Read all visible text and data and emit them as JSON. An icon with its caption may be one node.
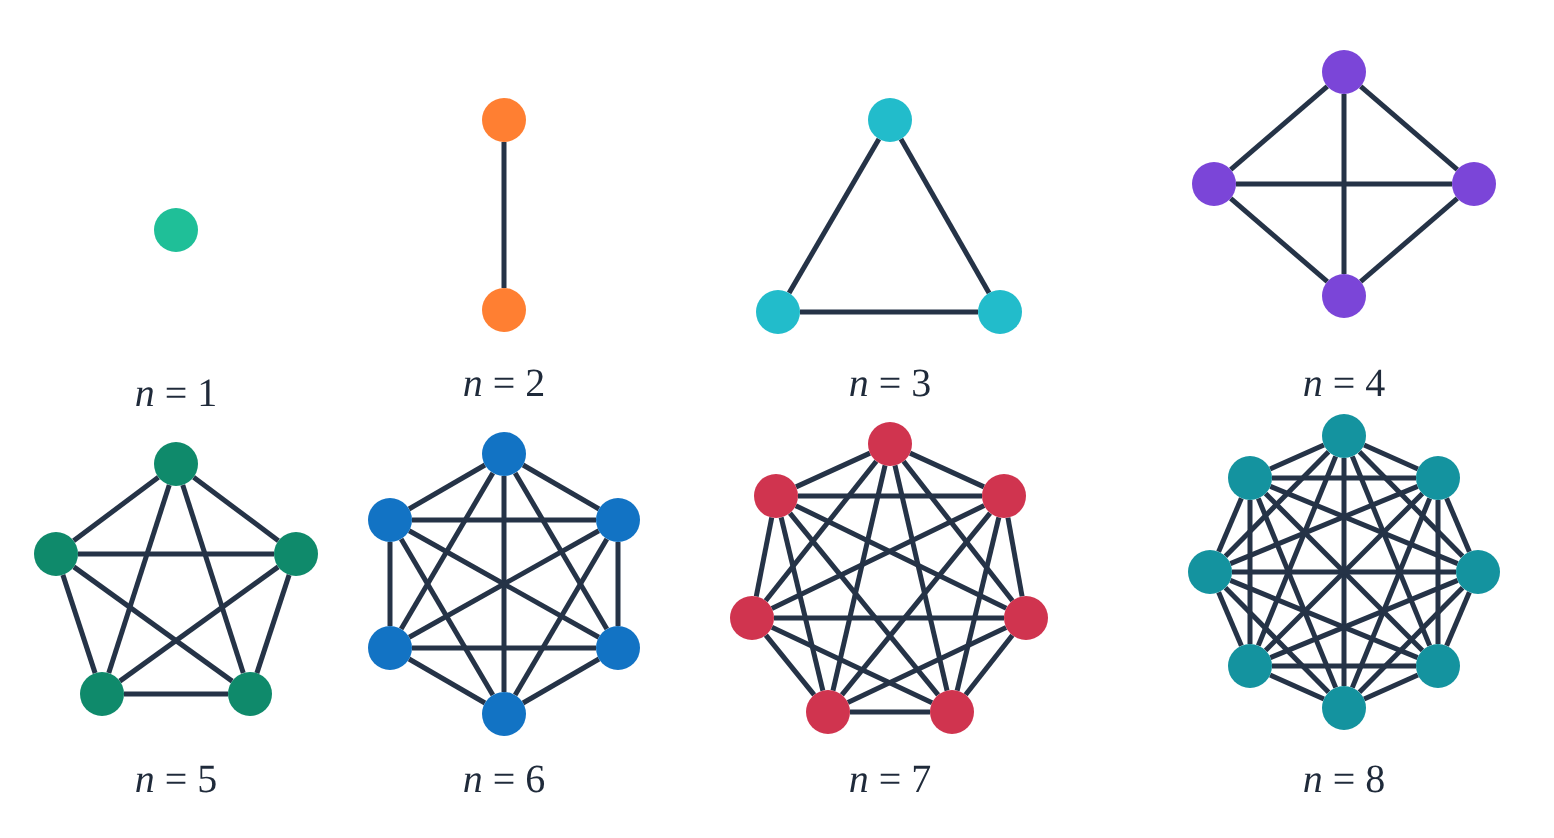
{
  "diagram": {
    "nodes": [
      {
        "text": [],
        "shape": "circle"
      },
      {
        "text": [],
        "shape": "circle"
      },
      {
        "text": [],
        "shape": "circle"
      },
      {
        "text": [],
        "shape": "circle"
      },
      {
        "text": [],
        "shape": "circle"
      },
      {
        "text": [],
        "shape": "circle"
      },
      {
        "text": [],
        "shape": "circle"
      },
      {
        "text": [],
        "shape": "circle"
      },
      {
        "text": [],
        "shape": "circle"
      },
      {
        "text": [],
        "shape": "circle"
      },
      {
        "text": [],
        "shape": "circle"
      },
      {
        "text": [],
        "shape": "circle"
      },
      {
        "text": [],
        "shape": "circle"
      },
      {
        "text": [],
        "shape": "circle"
      },
      {
        "text": [],
        "shape": "circle"
      },
      {
        "text": [],
        "shape": "circle"
      },
      {
        "text": [],
        "shape": "circle"
      },
      {
        "text": [],
        "shape": "circle"
      },
      {
        "text": [],
        "shape": "circle"
      },
      {
        "text": [],
        "shape": "circle"
      },
      {
        "text": [],
        "shape": "circle"
      },
      {
        "text": [],
        "shape": "circle"
      },
      {
        "text": [],
        "shape": "circle"
      },
      {
        "text": [],
        "shape": "circle"
      },
      {
        "text": [],
        "shape": "circle"
      },
      {
        "text": [],
        "shape": "circle"
      },
      {
        "text": [],
        "shape": "circle"
      },
      {
        "text": [],
        "shape": "circle"
      },
      {
        "text": [],
        "shape": "circle"
      },
      {
        "text": [],
        "shape": "circle"
      },
      {
        "text": [],
        "shape": "circle"
      },
      {
        "text": [],
        "shape": "circle"
      },
      {
        "text": [],
        "shape": "circle"
      },
      {
        "text": [],
        "shape": "circle"
      },
      {
        "text": [],
        "shape": "circle"
      },
      {
        "text": [],
        "shape": "circle"
      }
    ],
    "edges": [
      {
        "from": 1,
        "to": 2,
        "arrow": "none"
      },
      {
        "from": 3,
        "to": 4,
        "arrow": "none"
      },
      {
        "from": 3,
        "to": 5,
        "arrow": "none"
      },
      {
        "from": 4,
        "to": 5,
        "arrow": "none"
      },
      {
        "from": 6,
        "to": 7,
        "arrow": "none"
      },
      {
        "from": 6,
        "to": 8,
        "arrow": "none"
      },
      {
        "from": 6,
        "to": 9,
        "arrow": "none"
      },
      {
        "from": 7,
        "to": 8,
        "arrow": "none"
      },
      {
        "from": 7,
        "to": 9,
        "arrow": "none"
      },
      {
        "from": 8,
        "to": 9,
        "arrow": "none"
      },
      {
        "from": 10,
        "to": 11,
        "arrow": "none"
      },
      {
        "from": 10,
        "to": 12,
        "arrow": "none"
      },
      {
        "from": 10,
        "to": 13,
        "arrow": "none"
      },
      {
        "from": 10,
        "to": 14,
        "arrow": "none"
      },
      {
        "from": 11,
        "to": 12,
        "arrow": "none"
      },
      {
        "from": 11,
        "to": 13,
        "arrow": "none"
      },
      {
        "from": 11,
        "to": 14,
        "arrow": "none"
      },
      {
        "from": 12,
        "to": 13,
        "arrow": "none"
      },
      {
        "from": 12,
        "to": 14,
        "arrow": "none"
      },
      {
        "from": 13,
        "to": 14,
        "arrow": "none"
      },
      {
        "from": 15,
        "to": 16,
        "arrow": "none"
      },
      {
        "from": 15,
        "to": 17,
        "arrow": "none"
      },
      {
        "from": 15,
        "to": 18,
        "arrow": "none"
      },
      {
        "from": 15,
        "to": 19,
        "arrow": "none"
      },
      {
        "from": 15,
        "to": 20,
        "arrow": "none"
      },
      {
        "from": 16,
        "to": 17,
        "arrow": "none"
      },
      {
        "from": 16,
        "to": 18,
        "arrow": "none"
      },
      {
        "from": 16,
        "to": 19,
        "arrow": "none"
      },
      {
        "from": 16,
        "to": 20,
        "arrow": "none"
      },
      {
        "from": 17,
        "to": 18,
        "arrow": "none"
      },
      {
        "from": 17,
        "to": 19,
        "arrow": "none"
      },
      {
        "from": 17,
        "to": 20,
        "arrow": "none"
      },
      {
        "from": 18,
        "to": 19,
        "arrow": "none"
      },
      {
        "from": 18,
        "to": 20,
        "arrow": "none"
      },
      {
        "from": 19,
        "to": 20,
        "arrow": "none"
      },
      {
        "from": 21,
        "to": 22,
        "arrow": "none"
      },
      {
        "from": 21,
        "to": 23,
        "arrow": "none"
      },
      {
        "from": 21,
        "to": 24,
        "arrow": "none"
      },
      {
        "from": 21,
        "to": 25,
        "arrow": "none"
      },
      {
        "from": 21,
        "to": 26,
        "arrow": "none"
      },
      {
        "from": 21,
        "to": 27,
        "arrow": "none"
      },
      {
        "from": 22,
        "to": 23,
        "arrow": "none"
      },
      {
        "from": 22,
        "to": 24,
        "arrow": "none"
      },
      {
        "from": 22,
        "to": 25,
        "arrow": "none"
      },
      {
        "from": 22,
        "to": 26,
        "arrow": "none"
      },
      {
        "from": 22,
        "to": 27,
        "arrow": "none"
      },
      {
        "from": 23,
        "to": 24,
        "arrow": "none"
      },
      {
        "from": 23,
        "to": 25,
        "arrow": "none"
      },
      {
        "from": 23,
        "to": 26,
        "arrow": "none"
      },
      {
        "from": 23,
        "to": 27,
        "arrow": "none"
      },
      {
        "from": 24,
        "to": 25,
        "arrow": "none"
      },
      {
        "from": 24,
        "to": 26,
        "arrow": "none"
      },
      {
        "from": 24,
        "to": 27,
        "arrow": "none"
      },
      {
        "from": 25,
        "to": 26,
        "arrow": "none"
      },
      {
        "from": 25,
        "to": 27,
        "arrow": "none"
      },
      {
        "from": 26,
        "to": 27,
        "arrow": "none"
      },
      {
        "from": 28,
        "to": 29,
        "arrow": "none"
      },
      {
        "from": 28,
        "to": 30,
        "arrow": "none"
      },
      {
        "from": 28,
        "to": 31,
        "arrow": "none"
      },
      {
        "from": 28,
        "to": 32,
        "arrow": "none"
      },
      {
        "from": 28,
        "to": 33,
        "arrow": "none"
      },
      {
        "from": 28,
        "to": 34,
        "arrow": "none"
      },
      {
        "from": 28,
        "to": 35,
        "arrow": "none"
      },
      {
        "from": 29,
        "to": 30,
        "arrow": "none"
      },
      {
        "from": 29,
        "to": 31,
        "arrow": "none"
      },
      {
        "from": 29,
        "to": 32,
        "arrow": "none"
      },
      {
        "from": 29,
        "to": 33,
        "arrow": "none"
      },
      {
        "from": 29,
        "to": 34,
        "arrow": "none"
      },
      {
        "from": 29,
        "to": 35,
        "arrow": "none"
      },
      {
        "from": 30,
        "to": 31,
        "arrow": "none"
      },
      {
        "from": 30,
        "to": 32,
        "arrow": "none"
      },
      {
        "from": 30,
        "to": 33,
        "arrow": "none"
      },
      {
        "from": 30,
        "to": 34,
        "arrow": "none"
      },
      {
        "from": 30,
        "to": 35,
        "arrow": "none"
      },
      {
        "from": 31,
        "to": 32,
        "arrow": "none"
      },
      {
        "from": 31,
        "to": 33,
        "arrow": "none"
      },
      {
        "from": 31,
        "to": 34,
        "arrow": "none"
      },
      {
        "from": 31,
        "to": 35,
        "arrow": "none"
      },
      {
        "from": 32,
        "to": 33,
        "arrow": "none"
      },
      {
        "from": 32,
        "to": 34,
        "arrow": "none"
      },
      {
        "from": 32,
        "to": 35,
        "arrow": "none"
      },
      {
        "from": 33,
        "to": 34,
        "arrow": "none"
      },
      {
        "from": 33,
        "to": 35,
        "arrow": "none"
      },
      {
        "from": 34,
        "to": 35,
        "arrow": "none"
      }
    ],
    "labels": [
      "*n* = 1",
      "*n* = 2",
      "*n* = 3",
      "*n* = 4",
      "*n* = 5",
      "*n* = 6",
      "*n* = 7",
      "*n* = 8"
    ]
  }
}
